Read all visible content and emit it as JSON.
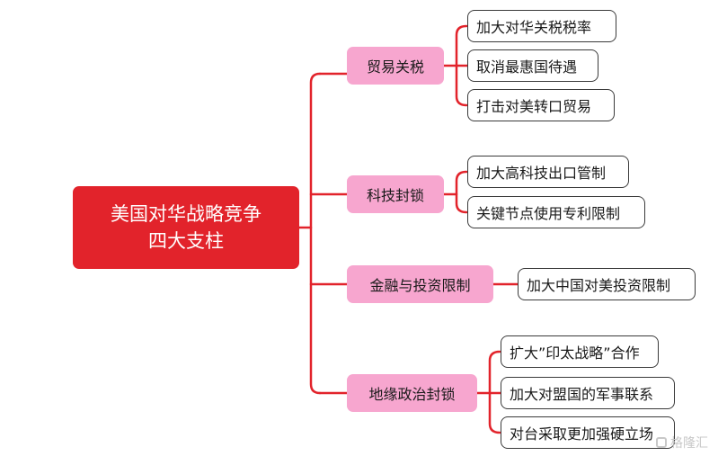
{
  "root": {
    "line1": "美国对华战略竞争",
    "line2": "四大支柱"
  },
  "branches": [
    {
      "label": "贸易关税",
      "items": [
        "加大对华关税税率",
        "取消最惠国待遇",
        "打击对美转口贸易"
      ]
    },
    {
      "label": "科技封锁",
      "items": [
        "加大高科技出口管制",
        "关键节点使用专利限制"
      ]
    },
    {
      "label": "金融与投资限制",
      "items": [
        "加大中国对美投资限制"
      ]
    },
    {
      "label": "地缘政治封锁",
      "items": [
        "扩大”印太战略”合作",
        "加大对盟国的军事联系",
        "对台采取更加强硬立场"
      ]
    }
  ],
  "watermark": "格隆汇",
  "colors": {
    "root": "#e2232b",
    "branch": "#f7a6cf",
    "connector": "#e2232b",
    "leaf_border": "#3a3a3a"
  }
}
